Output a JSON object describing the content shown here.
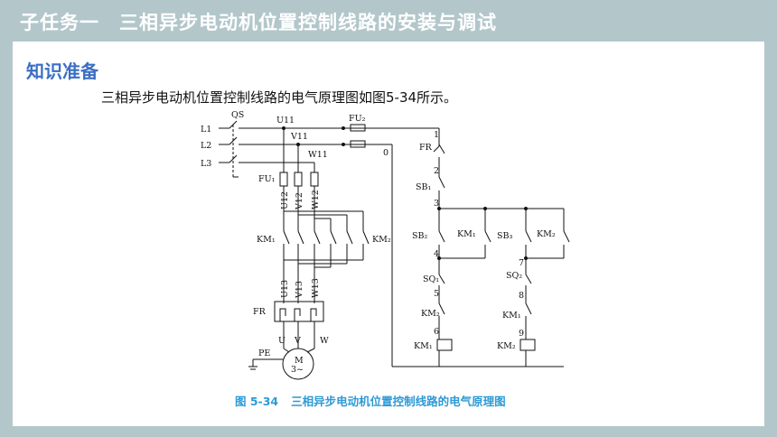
{
  "header": {
    "title": "子任务一　三相异步电动机位置控制线路的安装与调试"
  },
  "section": {
    "title": "知识准备"
  },
  "intro": {
    "text": "三相异步电动机位置控制线路的电气原理图如图5-34所示。"
  },
  "figure": {
    "number": "图 5-34",
    "caption": "三相异步电动机位置控制线路的电气原理图",
    "labels": {
      "L1": "L1",
      "L2": "L2",
      "L3": "L3",
      "QS": "QS",
      "U11": "U11",
      "V11": "V11",
      "W11": "W11",
      "FU1": "FU₁",
      "FU2": "FU₂",
      "U12": "U12",
      "V12": "V12",
      "W12": "W12",
      "KM1": "KM₁",
      "KM2": "KM₂",
      "U13": "U13",
      "V13": "V13",
      "W13": "W13",
      "FR": "FR",
      "U": "U",
      "V": "V",
      "W": "W",
      "PE": "PE",
      "M": "M",
      "M3": "3~",
      "n0": "0",
      "n1": "1",
      "n2": "2",
      "n3": "3",
      "n4": "4",
      "n5": "5",
      "n6": "6",
      "n7": "7",
      "n8": "8",
      "n9": "9",
      "SB1": "SB₁",
      "SB2": "SB₂",
      "SB3": "SB₃",
      "SQ1": "SQ₁",
      "SQ2": "SQ₂"
    }
  }
}
